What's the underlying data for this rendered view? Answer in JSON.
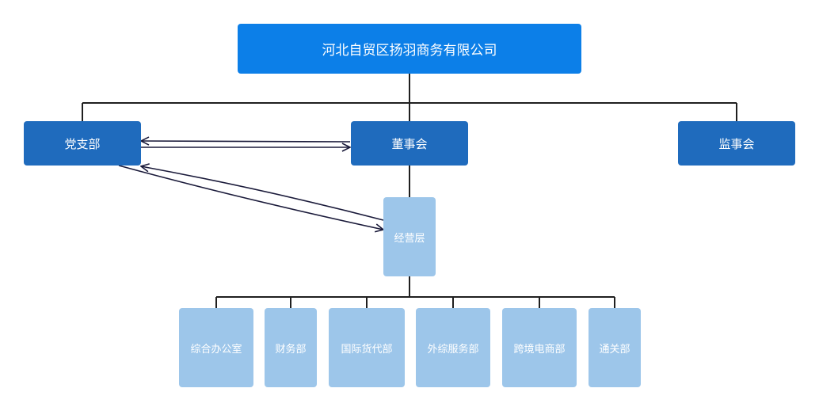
{
  "colors": {
    "top_node": "#0c7fe8",
    "level2_node": "#1f6bbd",
    "light_node": "#9dc6ea",
    "line": "#1f1f1f",
    "arrow": "#1a1a3a",
    "text": "#ffffff"
  },
  "org": {
    "company": "河北自贸区扬羽商务有限公司",
    "level2": {
      "party_branch": "党支部",
      "board": "董事会",
      "supervisors": "监事会"
    },
    "management": "经营层",
    "departments": [
      {
        "label": "综合办公室"
      },
      {
        "label": "财务部"
      },
      {
        "label": "国际货代部"
      },
      {
        "label": "外综服务部"
      },
      {
        "label": "跨境电商部"
      },
      {
        "label": "通关部"
      }
    ]
  }
}
